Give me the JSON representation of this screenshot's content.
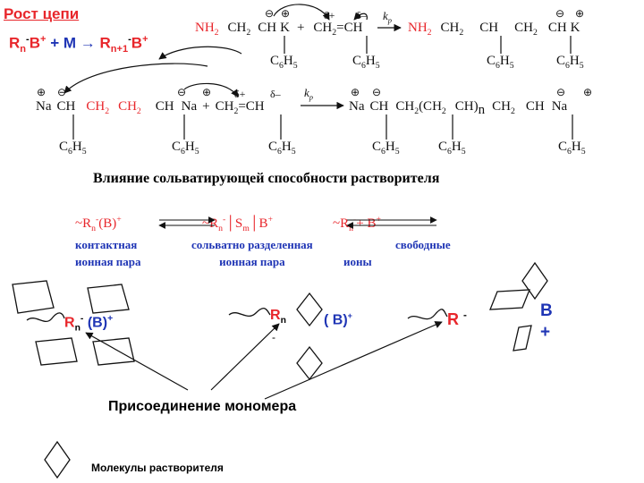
{
  "title": "Рост цепи",
  "growth_eq": {
    "r1": "R",
    "n": "n",
    "minus": "-",
    "b": "B",
    "plus": "+",
    "m": "+ M →",
    "r2": "R",
    "n1": "n+1"
  },
  "row1": {
    "nh2_left": "NH",
    "two": "2",
    "ch2": "CH",
    "ch": "CH",
    "k": "K",
    "plus": "+",
    "ch2eq": "CH",
    "eqch": "=CH",
    "delta_plus": "δ+",
    "delta_minus": "δ–",
    "kp": "kp",
    "nh2_right": "NH",
    "ch2_r": "CH",
    "ch_r": "CH",
    "ch2_r2": "CH",
    "ch_r2": "CH",
    "c6h5": "C6H5",
    "c6": "C",
    "h5": "H",
    "five": "5",
    "six": "6",
    "minus_sign": "⊖",
    "plus_sign": "⊕"
  },
  "row2": {
    "na": "Na",
    "ch": "CH",
    "ch2": "CH",
    "plus": "+",
    "ch2eq": "CH",
    "eqch": "=CH",
    "delta_plus": "δ+",
    "delta_minus": "δ–",
    "kp": "kp",
    "chain": "(CH",
    "ch_close": "CH)",
    "n": "n"
  },
  "solvent_title": "Влияние сольватирующей способности растворителя",
  "species": {
    "contact": "~R",
    "contact_sup": "-",
    "contact_b": "(B)",
    "contact_b_sup": "+",
    "separated": "~R",
    "separated_sup": "-",
    "separated_s": "│S",
    "separated_m": "m",
    "separated_b": "│B",
    "free": "~R",
    "free_sup": "-",
    "free_b": "+ B",
    "free_b_sup": "+"
  },
  "pairs": [
    {
      "line1": "контактная",
      "line2": "ионная пара"
    },
    {
      "line1": "сольватно разделенная",
      "line2": "ионная пара"
    },
    {
      "line1": "свободные",
      "line2": "ионы"
    }
  ],
  "diagram": {
    "r1": "R",
    "n": "n",
    "minus": "-",
    "b1": "(B)",
    "plus": "+",
    "r2": "R",
    "b2": "( B)",
    "r3": "R",
    "b3": "B"
  },
  "monomer_addition": "Присоединение мономера",
  "solvent_molecules": "Молекулы растворителя"
}
